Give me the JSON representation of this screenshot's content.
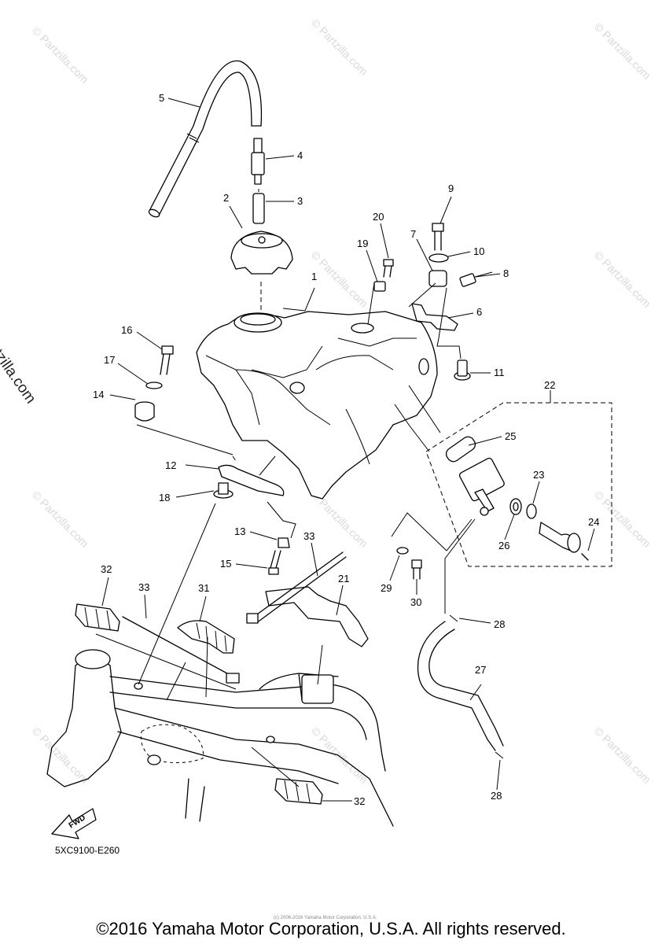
{
  "diagram": {
    "code": "5XC9100-E260",
    "copyright": "©2016 Yamaha Motor Corporation, U.S.A. All rights reserved.",
    "small_notice": "(c) 2006-2016 Yamaha Motor Corporation, U.S.A.",
    "side_watermark": "© Partzilla.com",
    "watermark_text": "© Partzilla.com",
    "fwd_label": "FWD",
    "callouts": [
      "1",
      "2",
      "3",
      "4",
      "5",
      "6",
      "7",
      "8",
      "9",
      "10",
      "11",
      "12",
      "13",
      "14",
      "15",
      "16",
      "17",
      "18",
      "19",
      "20",
      "21",
      "22",
      "23",
      "24",
      "25",
      "26",
      "27",
      "28",
      "28",
      "29",
      "30",
      "31",
      "32",
      "32",
      "33",
      "33"
    ]
  }
}
